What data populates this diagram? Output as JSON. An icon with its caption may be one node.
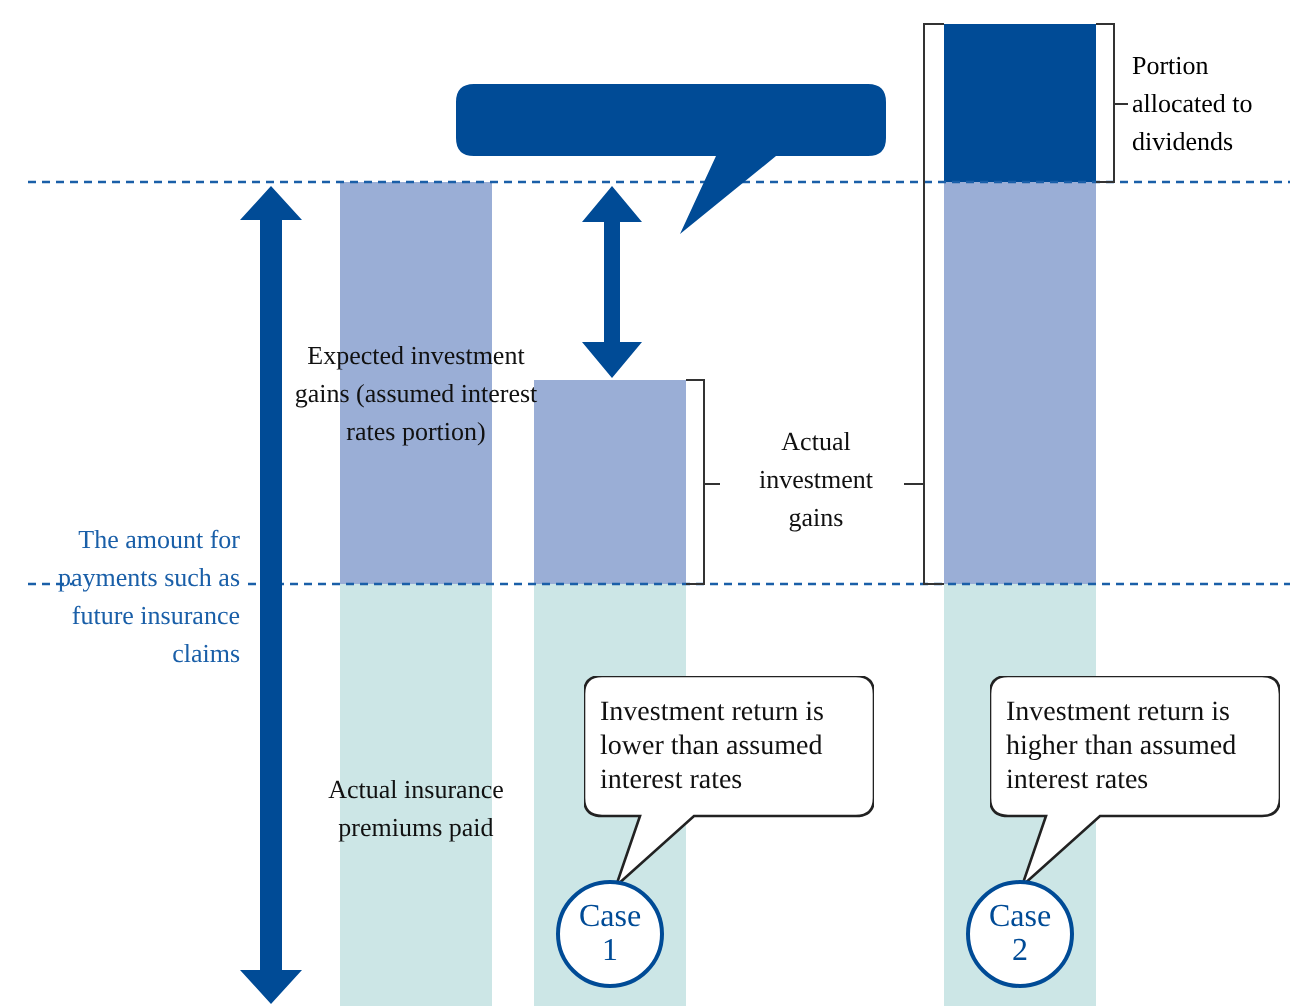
{
  "diagram": {
    "nodes": [
      {
        "text": [],
        "shape": "box"
      },
      {
        "text": [
          "Expected investment gains (assumed interest rates portion)"
        ]
      },
      {
        "text": [
          "Actual investment gains"
        ]
      },
      {
        "text": [
          "Portion allocated to dividends"
        ]
      },
      {
        "text": [
          "The amount for payments such as future insurance claims"
        ]
      },
      {
        "text": [
          "Actual insurance premiums paid"
        ]
      },
      {
        "text": [
          "Investment return is lower than assumed interest rates"
        ]
      },
      {
        "text": [
          "Investment return is higher than assumed interest rates"
        ]
      },
      {
        "text": [
          "Case 1"
        ]
      },
      {
        "text": [
          "Case 2"
        ]
      }
    ],
    "edges": []
  }
}
